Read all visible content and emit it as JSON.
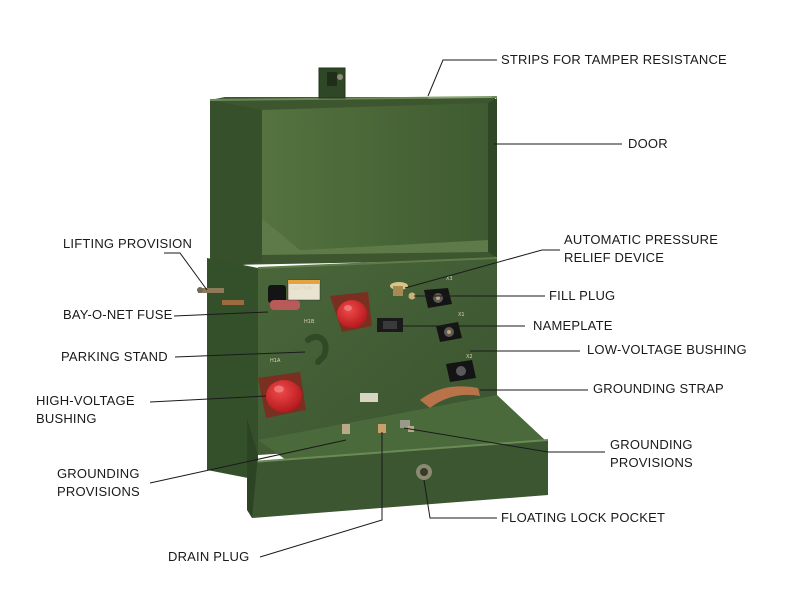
{
  "labels": {
    "strips": "STRIPS FOR TAMPER RESISTANCE",
    "door": "DOOR",
    "lifting": "LIFTING PROVISION",
    "pressure_relief_1": "AUTOMATIC PRESSURE",
    "pressure_relief_2": "RELIEF DEVICE",
    "fill_plug": "FILL PLUG",
    "bayonet_fuse": "BAY-O-NET FUSE",
    "nameplate": "NAMEPLATE",
    "parking_stand": "PARKING STAND",
    "lv_bushing": "LOW-VOLTAGE BUSHING",
    "hv_bushing_1": "HIGH-VOLTAGE",
    "hv_bushing_2": "BUSHING",
    "grounding_strap": "GROUNDING STRAP",
    "grounding_left_1": "GROUNDING",
    "grounding_left_2": "PROVISIONS",
    "grounding_right_1": "GROUNDING",
    "grounding_right_2": "PROVISIONS",
    "floating_lock": "FLOATING LOCK POCKET",
    "drain_plug": "DRAIN PLUG"
  },
  "terminal_marks": {
    "x3": "X3",
    "x1": "X1",
    "x2": "X2",
    "h1b": "H1B",
    "h1a": "H1A"
  },
  "colors": {
    "cabinet": "#3f5a33",
    "door_inner": "#4a6a3c",
    "bushing_cap": "#cc1f24",
    "copper": "#b8734a",
    "leader": "#1a1a1a"
  }
}
